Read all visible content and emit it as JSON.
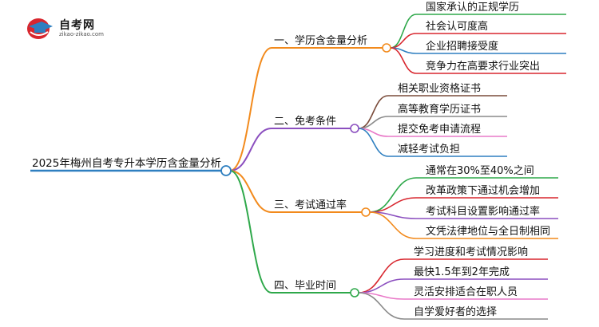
{
  "logo": {
    "title": "自考网",
    "url": "zikao-zikao.com"
  },
  "root": "2025年梅州自考专升本学历含金量分析",
  "branches": [
    {
      "label": "一、学历含金量分析",
      "color": "#f28a1c",
      "leaves": [
        {
          "label": "国家承认的正规学历",
          "color": "#2ea84a"
        },
        {
          "label": "社会认可度高",
          "color": "#d8262e"
        },
        {
          "label": "企业招聘接受度",
          "color": "#2e7fc0"
        },
        {
          "label": "竞争力在高要求行业突出",
          "color": "#d8262e"
        }
      ]
    },
    {
      "label": "二、免考条件",
      "color": "#8b4fbf",
      "leaves": [
        {
          "label": "相关职业资格证书",
          "color": "#7a4b3a"
        },
        {
          "label": "高等教育学历证书",
          "color": "#8a8a8a"
        },
        {
          "label": "提交免考申请流程",
          "color": "#e97ac8"
        },
        {
          "label": "减轻考试负担",
          "color": "#2e7fc0"
        }
      ]
    },
    {
      "label": "三、考试通过率",
      "color": "#f28a1c",
      "leaves": [
        {
          "label": "通常在30%至40%之间",
          "color": "#2ea84a"
        },
        {
          "label": "改革政策下通过机会增加",
          "color": "#d8262e"
        },
        {
          "label": "考试科目设置影响通过率",
          "color": "#8b4fbf"
        },
        {
          "label": "文凭法律地位与全日制相同",
          "color": "#f28a1c"
        }
      ]
    },
    {
      "label": "四、毕业时间",
      "color": "#2ea84a",
      "leaves": [
        {
          "label": "学习进度和考试情况影响",
          "color": "#d8262e"
        },
        {
          "label": "最快1.5年到2年完成",
          "color": "#8b4fbf"
        },
        {
          "label": "灵活安排适合在职人员",
          "color": "#e97ac8"
        },
        {
          "label": "自学爱好者的选择",
          "color": "#8a8a8a"
        }
      ]
    }
  ],
  "root_color": "#2e7fc0"
}
